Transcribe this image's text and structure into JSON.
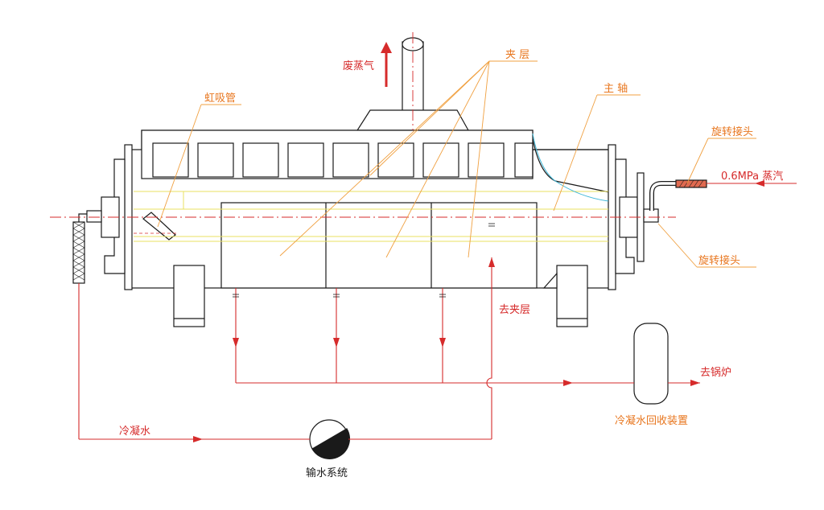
{
  "labels": {
    "waste_steam": "废蒸气",
    "jacket": "夹 层",
    "main_shaft": "主 轴",
    "siphon": "虹吸管",
    "rotary_joint_top": "旋转接头",
    "rotary_joint_bottom": "旋转接头",
    "steam_input": "0.6MPa 蒸汽",
    "to_jacket": "去夹层",
    "to_boiler": "去锅炉",
    "condensate_recovery": "冷凝水回收装置",
    "condensate_water": "冷凝水",
    "water_system": "输水系统"
  },
  "colors": {
    "line": "#1a1a1a",
    "flow": "#d62b2b",
    "leader": "#f0a040",
    "label": "#e8761e",
    "centerline": "#d62b2b",
    "yellow_line": "#e8e060",
    "cyan_line": "#40b8d8"
  }
}
